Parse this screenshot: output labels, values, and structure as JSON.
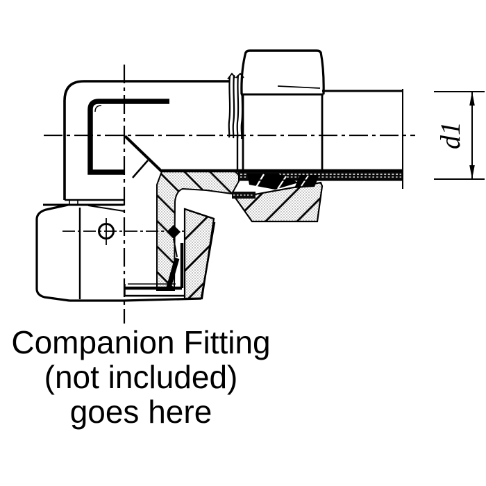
{
  "drawing": {
    "dimension_label": "d1",
    "caption_lines": [
      "Companion Fitting",
      "(not included)",
      "goes here"
    ],
    "colors": {
      "ink": "#000000",
      "paper": "#ffffff"
    },
    "parts": [
      "elbow-body",
      "body-bore-outline",
      "male-thread",
      "swivel-nut",
      "tube",
      "tube-wall-section",
      "body-section",
      "nut-section",
      "ferrule-section",
      "bottom-swivel-nut",
      "port-section",
      "seal-diamond",
      "center-mark-circle",
      "dimension-d1"
    ]
  }
}
